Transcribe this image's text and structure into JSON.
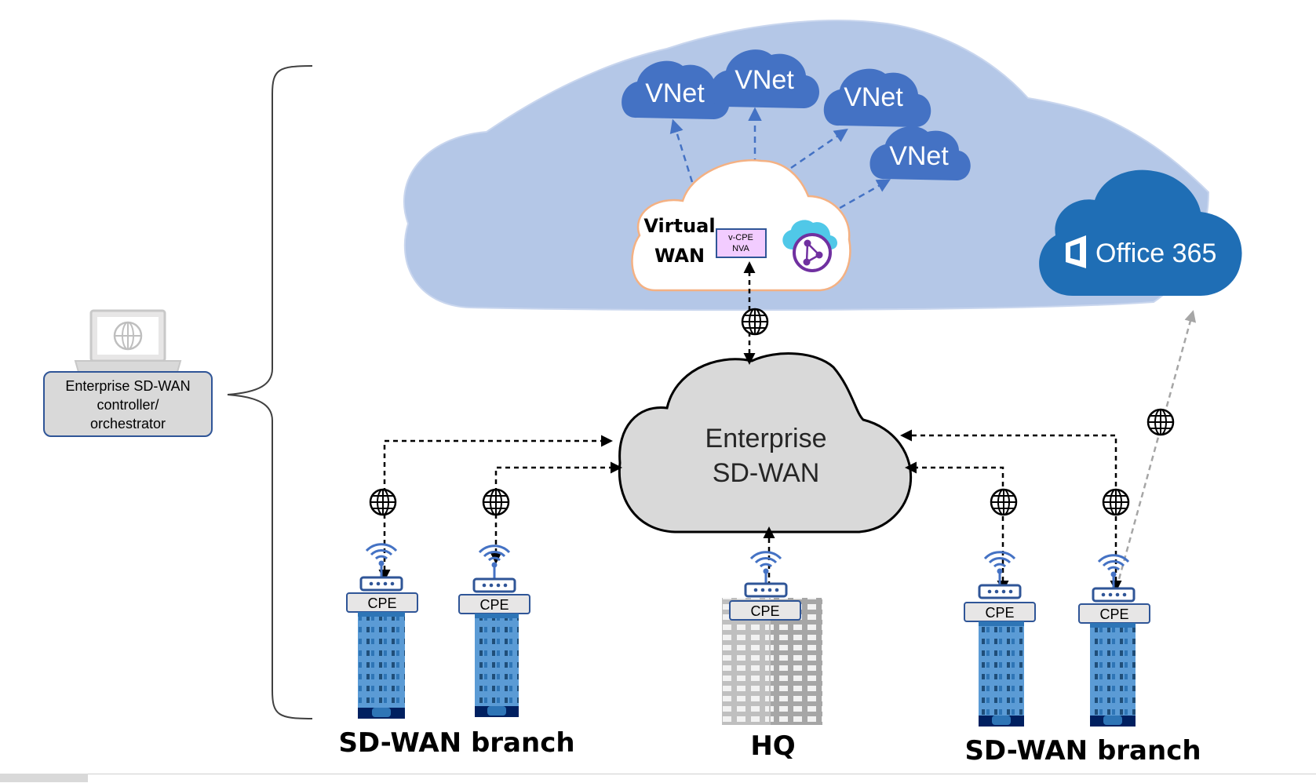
{
  "controller": {
    "label_lines": [
      "Enterprise SD-WAN",
      "controller/",
      "orchestrator"
    ]
  },
  "azure": {
    "vnets": [
      "VNet",
      "VNet",
      "VNet",
      "VNet"
    ],
    "virtual_wan": {
      "lines": [
        "Virtual",
        "WAN"
      ]
    },
    "nva": {
      "lines": [
        "v-CPE",
        "NVA"
      ]
    }
  },
  "office365": {
    "label": "Office 365"
  },
  "enterprise_cloud": {
    "lines": [
      "Enterprise",
      "SD-WAN"
    ]
  },
  "sites": {
    "cpe_label": "CPE",
    "left_group": "SD-WAN branch",
    "hq": "HQ",
    "right_group": "SD-WAN branch"
  },
  "colors": {
    "azure_cloud": "#b4c7e7",
    "vnet": "#4472c4",
    "office": "#1f6eb5",
    "nva_fill": "#f2ccff",
    "building_blue": "#5b9bd5",
    "building_dark": "#002060",
    "hq_gray": "#a6a6a6",
    "sdwan_cloud": "#d9d9d9"
  }
}
